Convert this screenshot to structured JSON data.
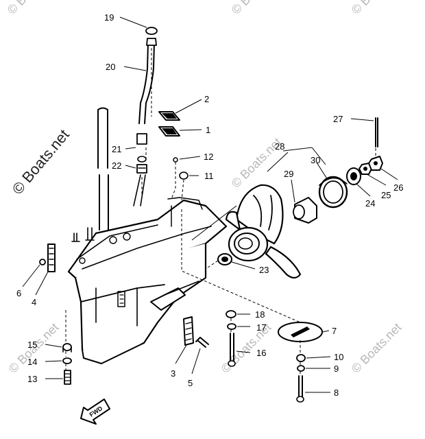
{
  "watermark": {
    "main": "© Boats.net",
    "faint": "© Boats.net"
  },
  "callouts": [
    "1",
    "2",
    "3",
    "4",
    "5",
    "6",
    "7",
    "8",
    "9",
    "10",
    "11",
    "12",
    "13",
    "14",
    "15",
    "16",
    "17",
    "18",
    "19",
    "20",
    "21",
    "22",
    "23",
    "24",
    "25",
    "26",
    "27",
    "28",
    "29",
    "30"
  ],
  "fwd_label": "FWD"
}
